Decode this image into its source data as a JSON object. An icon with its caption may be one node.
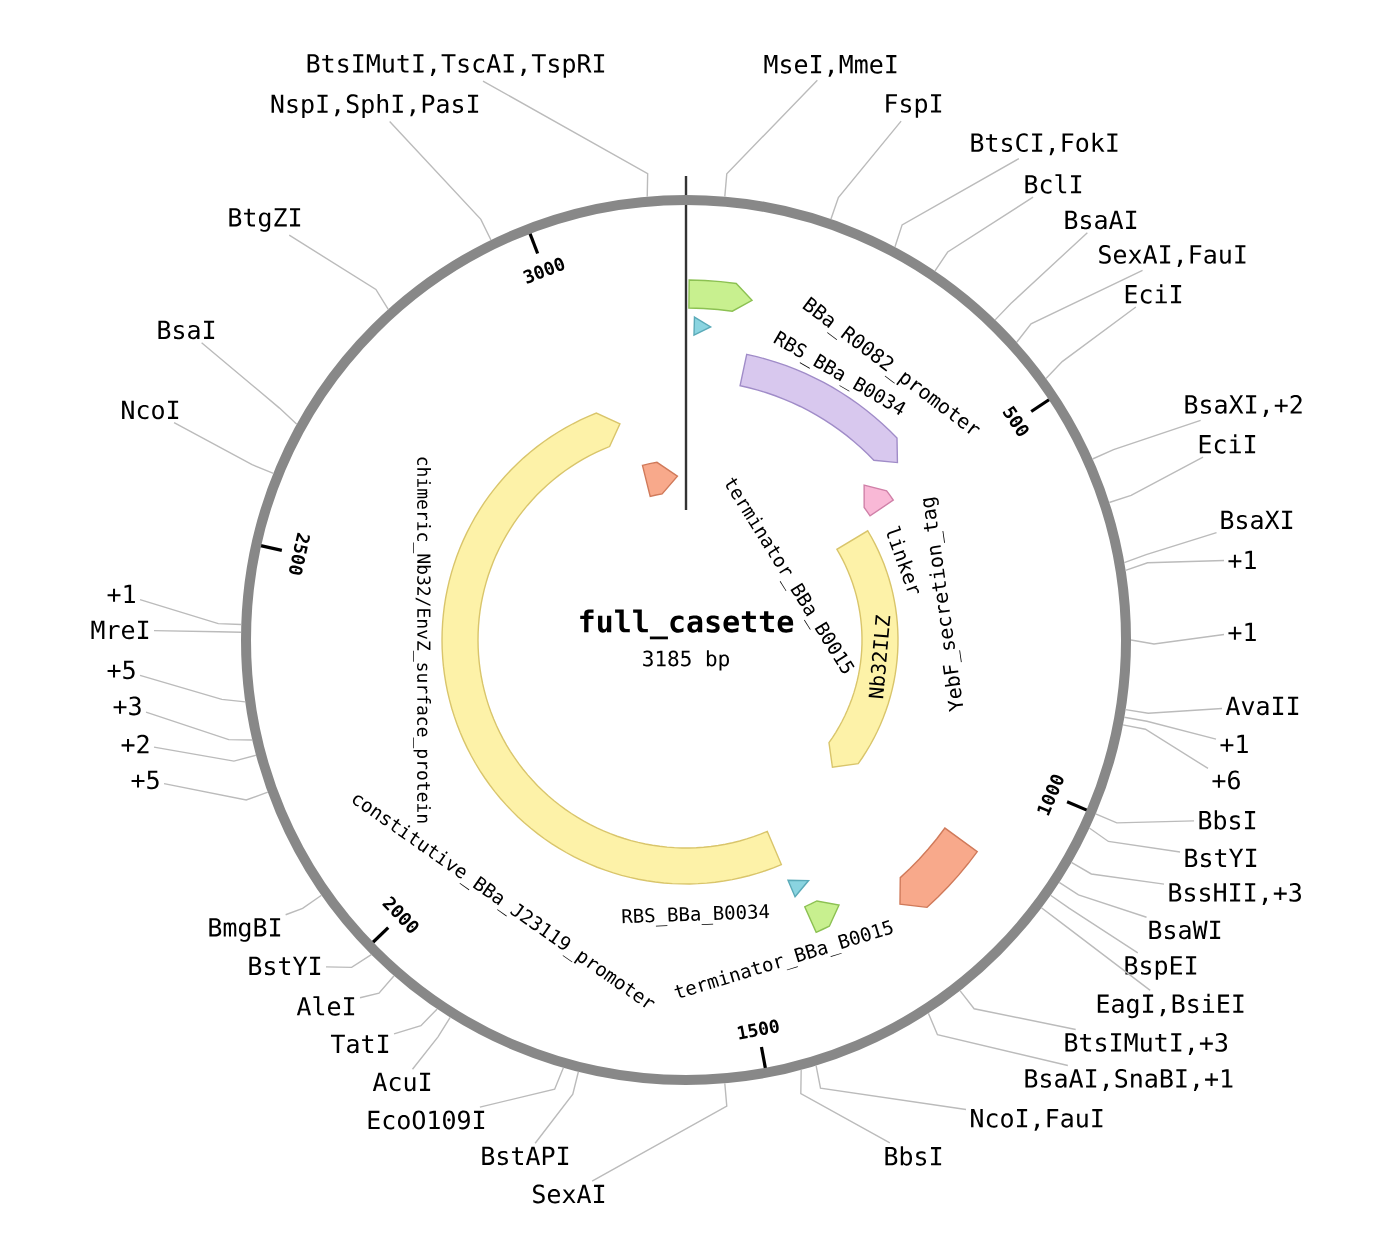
{
  "diagram": {
    "nodes": [
      {
        "text": [
          "full_casette",
          "3185 bp"
        ]
      },
      {
        "text": [],
        "shape": "arrow",
        "in": 0
      },
      {
        "text": [],
        "shape": "arrow",
        "in": 0
      },
      {
        "text": [],
        "shape": "arrow",
        "in": 0
      },
      {
        "text": [],
        "shape": "arrow",
        "in": 0
      },
      {
        "text": [
          "Nb32ILZ"
        ],
        "in": 0
      },
      {
        "text": [],
        "shape": "arrow",
        "in": 0
      },
      {
        "text": [
          "chimeric_Nb32/EnvZ_surface_protein"
        ],
        "in": 0
      },
      {
        "text": [],
        "shape": "arrow",
        "in": 0
      },
      {
        "text": [],
        "shape": "arrow",
        "in": 0
      },
      {
        "text": [],
        "shape": "arrow",
        "in": 0
      },
      {
        "text": [
          "MseI,MmeI"
        ]
      },
      {
        "text": [
          "FspI"
        ]
      },
      {
        "text": [
          "BtsCI,FokI"
        ]
      },
      {
        "text": [
          "BclI"
        ]
      },
      {
        "text": [
          "BsaAI"
        ]
      },
      {
        "text": [
          "SexAI,FauI"
        ]
      },
      {
        "text": [
          "EciI"
        ]
      },
      {
        "text": [
          "BsaXI,+2"
        ]
      },
      {
        "text": [
          "EciI"
        ]
      },
      {
        "text": [
          "BsaXI"
        ]
      },
      {
        "text": [
          "+1"
        ]
      },
      {
        "text": [
          "+1"
        ]
      },
      {
        "text": [
          "AvaII"
        ]
      },
      {
        "text": [
          "+1"
        ]
      },
      {
        "text": [
          "+6"
        ]
      },
      {
        "text": [
          "BbsI"
        ]
      },
      {
        "text": [
          "BstYI"
        ]
      },
      {
        "text": [
          "BssHII,+3"
        ]
      },
      {
        "text": [
          "BsaWI"
        ]
      },
      {
        "text": [
          "BspEI"
        ]
      },
      {
        "text": [
          "EagI,BsiEI"
        ]
      },
      {
        "text": [
          "BtsIMutI,+3"
        ]
      },
      {
        "text": [
          "BsaAI,SnaBI,+1"
        ]
      },
      {
        "text": [
          "NcoI,FauI"
        ]
      },
      {
        "text": [
          "BbsI"
        ]
      },
      {
        "text": [
          "SexAI"
        ]
      },
      {
        "text": [
          "BstAPI"
        ]
      },
      {
        "text": [
          "EcoO109I"
        ]
      },
      {
        "text": [
          "AcuI"
        ]
      },
      {
        "text": [
          "TatI"
        ]
      },
      {
        "text": [
          "AleI"
        ]
      },
      {
        "text": [
          "BstYI"
        ]
      },
      {
        "text": [
          "BmgBI"
        ]
      },
      {
        "text": [
          "+5"
        ]
      },
      {
        "text": [
          "+2"
        ]
      },
      {
        "text": [
          "+3"
        ]
      },
      {
        "text": [
          "+5"
        ]
      },
      {
        "text": [
          "MreI"
        ]
      },
      {
        "text": [
          "+1"
        ]
      },
      {
        "text": [
          "NcoI"
        ]
      },
      {
        "text": [
          "BsaI"
        ]
      },
      {
        "text": [
          "BtgZI"
        ]
      },
      {
        "text": [
          "NspI,SphI,PasI"
        ]
      },
      {
        "text": [
          "BtsIMutI,TscAI,TspRI"
        ]
      }
    ],
    "edges": [
      {
        "from": 11,
        "to": 0,
        "arrow": "none"
      },
      {
        "from": 12,
        "to": 0,
        "arrow": "none"
      },
      {
        "from": 13,
        "to": 0,
        "arrow": "none"
      },
      {
        "from": 14,
        "to": 0,
        "arrow": "none"
      },
      {
        "from": 15,
        "to": 0,
        "arrow": "none"
      },
      {
        "from": 16,
        "to": 0,
        "arrow": "none"
      },
      {
        "from": 17,
        "to": 0,
        "arrow": "none"
      },
      {
        "from": 18,
        "to": 0,
        "arrow": "none"
      },
      {
        "from": 19,
        "to": 0,
        "arrow": "none"
      },
      {
        "from": 20,
        "to": 0,
        "arrow": "none"
      },
      {
        "from": 21,
        "to": 0,
        "arrow": "none"
      },
      {
        "from": 22,
        "to": 0,
        "arrow": "none"
      },
      {
        "from": 23,
        "to": 0,
        "arrow": "none"
      },
      {
        "from": 24,
        "to": 0,
        "arrow": "none"
      },
      {
        "from": 25,
        "to": 0,
        "arrow": "none"
      },
      {
        "from": 26,
        "to": 0,
        "arrow": "none"
      },
      {
        "from": 27,
        "to": 0,
        "arrow": "none"
      },
      {
        "from": 28,
        "to": 0,
        "arrow": "none"
      },
      {
        "from": 29,
        "to": 0,
        "arrow": "none"
      },
      {
        "from": 30,
        "to": 0,
        "arrow": "none"
      },
      {
        "from": 31,
        "to": 0,
        "arrow": "none"
      },
      {
        "from": 32,
        "to": 0,
        "arrow": "none"
      },
      {
        "from": 33,
        "to": 0,
        "arrow": "none"
      },
      {
        "from": 34,
        "to": 0,
        "arrow": "none"
      },
      {
        "from": 35,
        "to": 0,
        "arrow": "none"
      },
      {
        "from": 36,
        "to": 0,
        "arrow": "none"
      },
      {
        "from": 37,
        "to": 0,
        "arrow": "none"
      },
      {
        "from": 38,
        "to": 0,
        "arrow": "none"
      },
      {
        "from": 39,
        "to": 0,
        "arrow": "none"
      },
      {
        "from": 40,
        "to": 0,
        "arrow": "none"
      },
      {
        "from": 41,
        "to": 0,
        "arrow": "none"
      },
      {
        "from": 42,
        "to": 0,
        "arrow": "none"
      },
      {
        "from": 43,
        "to": 0,
        "arrow": "none"
      },
      {
        "from": 44,
        "to": 0,
        "arrow": "none"
      },
      {
        "from": 45,
        "to": 0,
        "arrow": "none"
      },
      {
        "from": 46,
        "to": 0,
        "arrow": "none"
      },
      {
        "from": 47,
        "to": 0,
        "arrow": "none"
      },
      {
        "from": 48,
        "to": 0,
        "arrow": "none"
      },
      {
        "from": 49,
        "to": 0,
        "arrow": "none"
      },
      {
        "from": 50,
        "to": 0,
        "arrow": "none"
      },
      {
        "from": 51,
        "to": 0,
        "arrow": "none"
      },
      {
        "from": 52,
        "to": 0,
        "arrow": "none"
      },
      {
        "from": 53,
        "to": 0,
        "arrow": "none"
      },
      {
        "from": 54,
        "to": 0,
        "arrow": "none"
      }
    ],
    "labels": [
      "3000",
      "500",
      "BBa_R0082_promoter",
      "RBS_BBa_B0034",
      "terminator_BBa_B0015",
      "linker",
      "YebF_secretion_tag",
      "2500",
      "1000",
      "RBS_BBa_B0034",
      "constitutive_BBa_J23119_promoter",
      "terminator_BBa_B0015",
      "2000",
      "1500"
    ]
  }
}
